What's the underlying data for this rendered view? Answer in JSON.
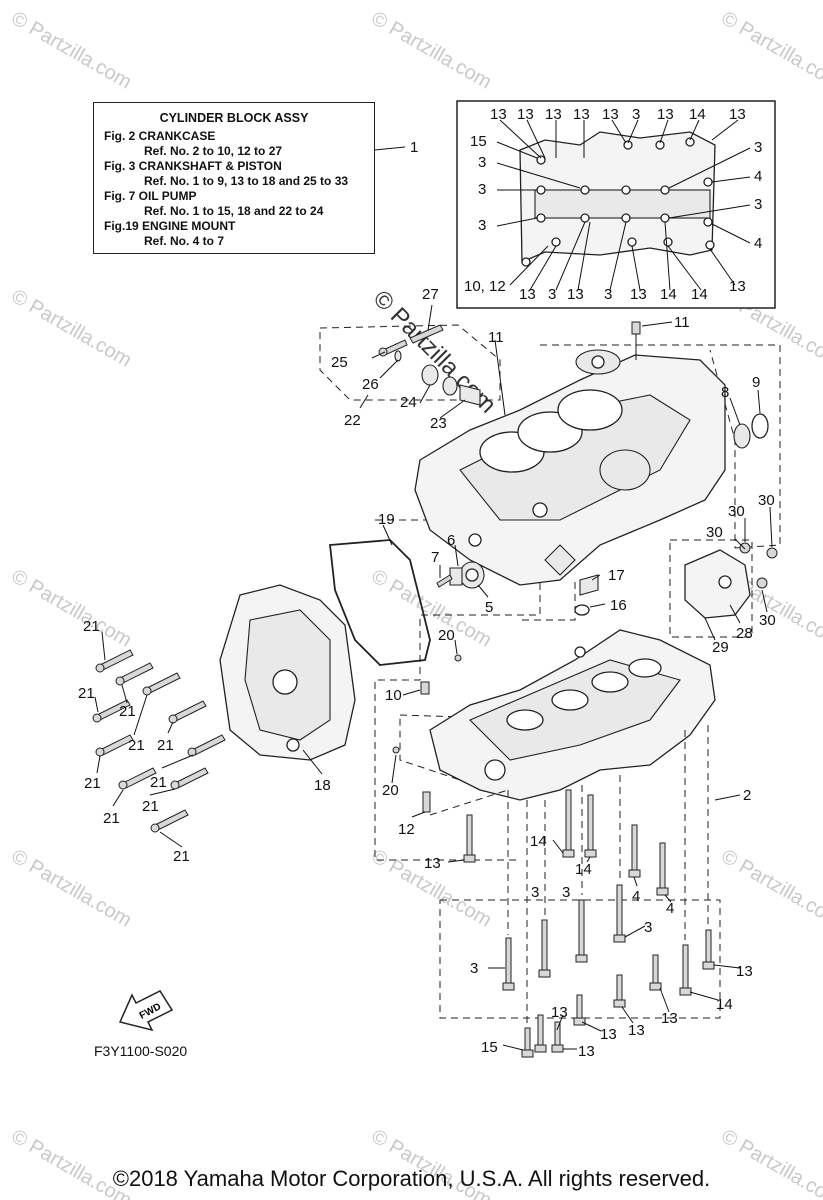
{
  "watermark": "© Partzilla.com",
  "reference_box": {
    "title": "CYLINDER BLOCK ASSY",
    "rows": [
      {
        "fig": "Fig.  2 CRANKCASE",
        "ref": "Ref. No. 2 to 10, 12  to 27"
      },
      {
        "fig": "Fig.  3 CRANKSHAFT & PISTON",
        "ref": "Ref. No. 1 to 9, 13 to 18 and 25 to 33"
      },
      {
        "fig": "Fig. 7 OIL PUMP",
        "ref": "Ref. No. 1 to 15, 18 and 22 to 24"
      },
      {
        "fig": "Fig.19 ENGINE MOUNT",
        "ref": "Ref. No. 4 to 7"
      }
    ]
  },
  "callouts": {
    "c1": "1",
    "c2": "2",
    "c3": "3",
    "c4": "4",
    "c5": "5",
    "c6": "6",
    "c7": "7",
    "c8": "8",
    "c9": "9",
    "c10": "10",
    "c10_12": "10, 12",
    "c11": "11",
    "c12": "12",
    "c13": "13",
    "c14": "14",
    "c15": "15",
    "c16": "16",
    "c17": "17",
    "c18": "18",
    "c19": "19",
    "c20": "20",
    "c21": "21",
    "c22": "22",
    "c23": "23",
    "c24": "24",
    "c25": "25",
    "c26": "26",
    "c27": "27",
    "c28": "28",
    "c29": "29",
    "c30": "30"
  },
  "fwd_label": "FWD",
  "figure_code": "F3Y1100-S020",
  "copyright": "©2018  Yamaha Motor Corporation, U.S.A. All rights reserved."
}
